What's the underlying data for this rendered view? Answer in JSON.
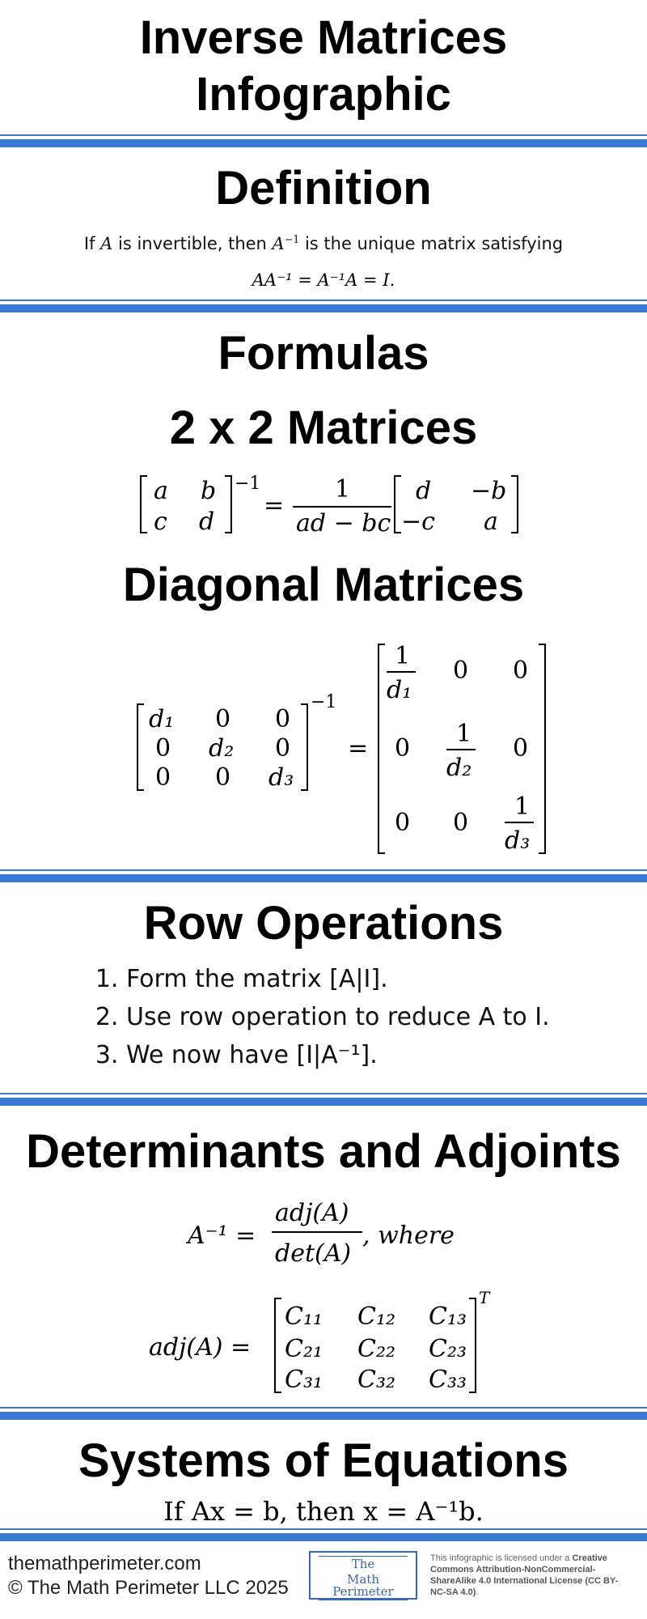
{
  "title": {
    "line1": "Inverse Matrices",
    "line2": "Infographic"
  },
  "definition": {
    "heading": "Definition",
    "text_pre": "If ",
    "text_var": "A",
    "text_mid": " is invertible, then ",
    "text_inv": "A",
    "text_post": " is the unique matrix satisfying",
    "equation": "AA⁻¹ = A⁻¹A = I."
  },
  "formulas": {
    "heading": "Formulas",
    "two_by_two": {
      "heading": "2 x 2 Matrices",
      "lhs": [
        [
          "a",
          "b"
        ],
        [
          "c",
          "d"
        ]
      ],
      "numerator": "1",
      "denominator": "ad − bc",
      "rhs": [
        [
          "d",
          "−b"
        ],
        [
          "−c",
          "a"
        ]
      ]
    },
    "diagonal": {
      "heading": "Diagonal Matrices",
      "lhs": [
        [
          "d₁",
          "0",
          "0"
        ],
        [
          "0",
          "d₂",
          "0"
        ],
        [
          "0",
          "0",
          "d₃"
        ]
      ],
      "rhs_num": "1",
      "rhs_dens": [
        "d₁",
        "d₂",
        "d₃"
      ],
      "zero": "0"
    }
  },
  "row_operations": {
    "heading": "Row Operations",
    "steps": [
      "Form the matrix [A|I].",
      "Use row operation to reduce A to I.",
      "We now have [I|A⁻¹]."
    ]
  },
  "determinants": {
    "heading": "Determinants and Adjoints",
    "lhs": "A⁻¹ =",
    "numerator": "adj(A)",
    "denominator": "det(A)",
    "where": ", where",
    "adj_lhs": "adj(A) =",
    "cofactors": [
      [
        "C₁₁",
        "C₁₂",
        "C₁₃"
      ],
      [
        "C₂₁",
        "C₂₂",
        "C₂₃"
      ],
      [
        "C₃₁",
        "C₃₂",
        "C₃₃"
      ]
    ],
    "transpose": "T"
  },
  "systems": {
    "heading": "Systems of Equations",
    "text": "If Ax = b, then x = A⁻¹b."
  },
  "footer": {
    "site": "themathperimeter.com",
    "copyright": "© The Math Perimeter LLC 2025",
    "logo_lines": [
      "The",
      "Math",
      "Perimeter"
    ],
    "license_pre": "This infographic is licensed under a ",
    "license_bold": "Creative Commons Attribution-NonCommercial-ShareAlike 4.0 International License (CC BY-NC-SA 4.0)",
    "license_post": "."
  },
  "colors": {
    "accent": "#3b7ad4",
    "logo": "#3b66b8"
  }
}
